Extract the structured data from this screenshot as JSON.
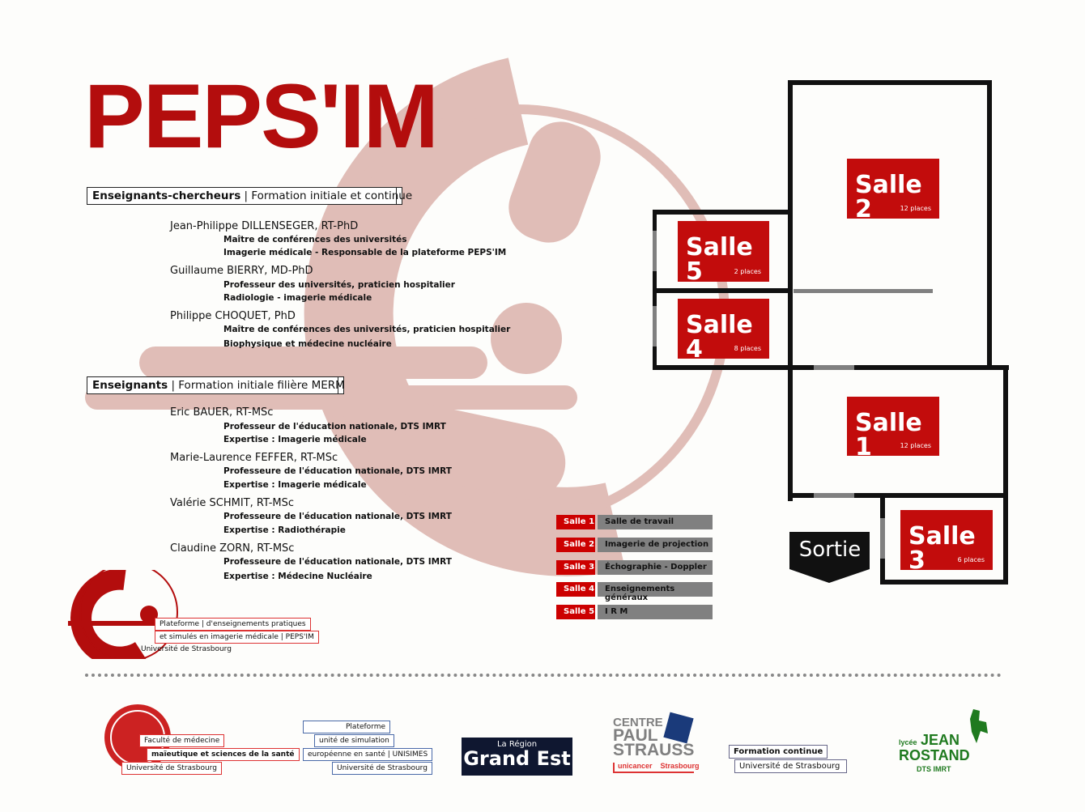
{
  "title": "PEPS'IM",
  "section1": {
    "bold": "Enseignants-chercheurs",
    "rest": "| Formation initiale et continue",
    "people": [
      {
        "name": "Jean-Philippe DILLENSEGER, RT-PhD",
        "l1": "Maître de conférences des universités",
        "l2": "Imagerie médicale - Responsable de la plateforme PEPS'IM"
      },
      {
        "name": "Guillaume BIERRY, MD-PhD",
        "l1": "Professeur des universités, praticien hospitalier",
        "l2": "Radiologie - imagerie médicale"
      },
      {
        "name": "Philippe CHOQUET, PhD",
        "l1": "Maître de conférences des universités, praticien hospitalier",
        "l2": "Biophysique et médecine nucléaire"
      }
    ]
  },
  "section2": {
    "bold": "Enseignants",
    "rest": "| Formation initiale filière MERM",
    "people": [
      {
        "name": "Eric BAUER, RT-MSc",
        "l1": "Professeur de l'éducation nationale, DTS IMRT",
        "l2": "Expertise : Imagerie médicale"
      },
      {
        "name": "Marie-Laurence FEFFER, RT-MSc",
        "l1": "Professeure de l'éducation nationale, DTS IMRT",
        "l2": "Expertise : Imagerie médicale"
      },
      {
        "name": "Valérie SCHMIT, RT-MSc",
        "l1": "Professeure de l'éducation nationale, DTS IMRT",
        "l2": "Expertise : Radiothérapie"
      },
      {
        "name": "Claudine ZORN, RT-MSc",
        "l1": "Professeure de l'éducation nationale, DTS IMRT",
        "l2": "Expertise : Médecine Nucléaire"
      }
    ]
  },
  "legend": [
    {
      "room": "Salle 1",
      "use": "Salle de travail"
    },
    {
      "room": "Salle 2",
      "use": "Imagerie de projection"
    },
    {
      "room": "Salle 3",
      "use": "Échographie - Doppler"
    },
    {
      "room": "Salle 4",
      "use": "Enseignements généraux"
    },
    {
      "room": "Salle 5",
      "use": "I R M"
    }
  ],
  "rooms": {
    "s1": {
      "label": "Salle 1",
      "places": "12 places"
    },
    "s2": {
      "label": "Salle 2",
      "places": "12 places"
    },
    "s3": {
      "label": "Salle 3",
      "places": "6 places"
    },
    "s4": {
      "label": "Salle 4",
      "places": "8 places"
    },
    "s5": {
      "label": "Salle 5",
      "places": "2 places"
    },
    "exit": "Sortie"
  },
  "peps_logo": {
    "l1a": "Plateforme",
    "l1b": "d'enseignements pratiques",
    "l2": "et simulés en imagerie médicale | PEPS'IM",
    "l3": "Université de Strasbourg"
  },
  "footer": {
    "fac": {
      "l1": "Faculté  de médecine",
      "l2": "maïeutique et sciences de la santé",
      "l3": "Université de Strasbourg"
    },
    "unisimes": {
      "l1": "Plateforme",
      "l2": "unité de simulation",
      "l3": "européenne en santé | UNISIMES",
      "l4": "Université de Strasbourg"
    },
    "region": {
      "l1": "La Région",
      "l2": "Grand Est"
    },
    "cps": {
      "l1": "CENTRE",
      "l2": "PAUL",
      "l3": "STRAUSS",
      "l4": "unicancer",
      "l5": "Strasbourg"
    },
    "fc": {
      "l1": "Formation continue",
      "l2": "Université de Strasbourg"
    },
    "rostand": {
      "l1": "lycée",
      "l2": "JEAN",
      "l3": "ROSTAND",
      "l4": "DTS IMRT"
    }
  },
  "colors": {
    "brand": "#b30d0d",
    "watermark": "#e0bdb7",
    "gray": "#808080"
  }
}
